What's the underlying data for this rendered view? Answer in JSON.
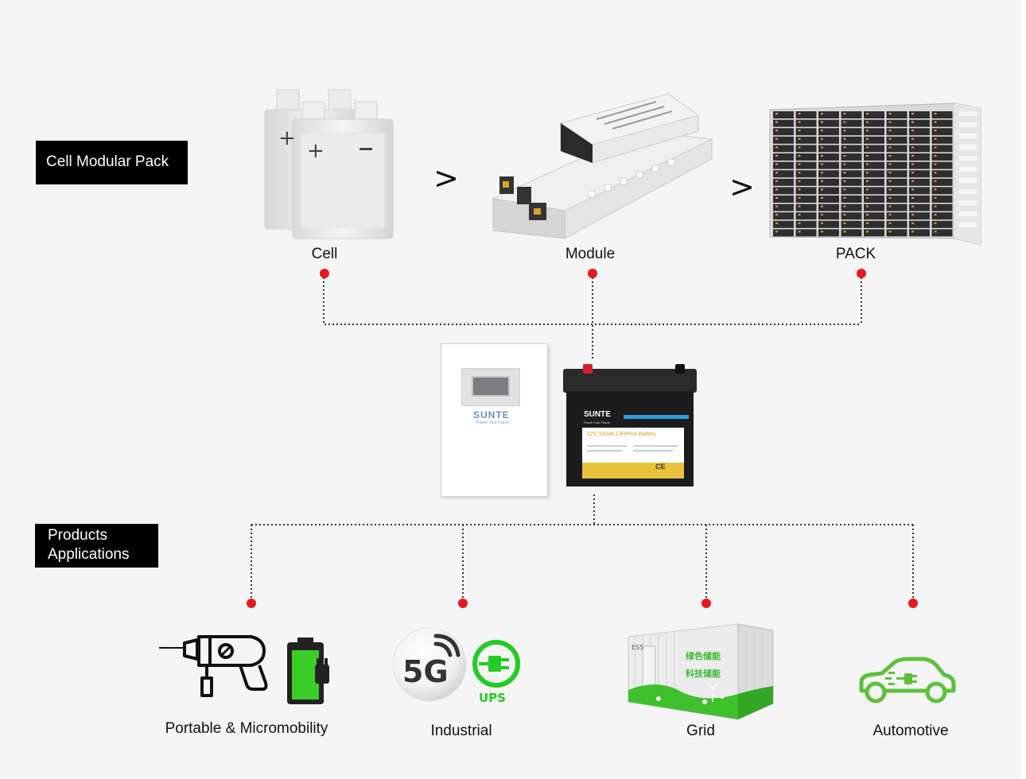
{
  "sections": {
    "cell_modular_pack": "Cell Modular Pack",
    "products_applications_line1": "Products",
    "products_applications_line2": "Applications"
  },
  "stages": [
    {
      "name": "Cell"
    },
    {
      "name": "Module"
    },
    {
      "name": "PACK"
    }
  ],
  "flow_arrow_glyph": ">",
  "products": {
    "controller_brand": "SUNTE",
    "controller_tagline": "Power Your Future",
    "battery_brand": "SUNTE",
    "battery_tagline": "Power Your Future",
    "battery_model": "12V 100Ah LiFePo4 Battery",
    "battery_cert": "CE"
  },
  "applications": [
    {
      "name": "Portable & Micromobility",
      "icons": [
        "drill-icon",
        "charging-battery-icon"
      ]
    },
    {
      "name": "Industrial",
      "icons": [
        "5g-icon",
        "ups-plug-icon"
      ],
      "badge_5g": "5G",
      "badge_ups": "UPS"
    },
    {
      "name": "Grid",
      "icons": [
        "energy-storage-container-icon"
      ],
      "container_line1": "绿色储能",
      "container_line2": "科技储能",
      "container_tag": "ESS"
    },
    {
      "name": "Automotive",
      "icons": [
        "electric-car-icon"
      ]
    }
  ],
  "colors": {
    "connector_dot": "#e8191c",
    "icon_green": "#3ccd2a",
    "label_bg": "#000000"
  }
}
